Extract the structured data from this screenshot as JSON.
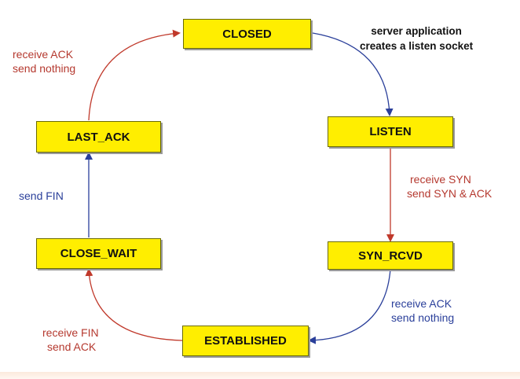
{
  "states": {
    "closed": "CLOSED",
    "listen": "LISTEN",
    "syn_rcvd": "SYN_RCVD",
    "established": "ESTABLISHED",
    "close_wait": "CLOSE_WAIT",
    "last_ack": "LAST_ACK"
  },
  "note": {
    "line1": "server application",
    "line2": "creates a listen socket"
  },
  "transitions": {
    "listen_to_syn_rcvd": {
      "line1": "receive SYN",
      "line2": "send SYN & ACK"
    },
    "syn_rcvd_to_established": {
      "line1": "receive  ACK",
      "line2": "send nothing"
    },
    "established_to_close_wait": {
      "line1": "receive FIN",
      "line2": "send ACK"
    },
    "close_wait_to_last_ack": {
      "line1": "send FIN"
    },
    "last_ack_to_closed": {
      "line1": "receive  ACK",
      "line2": "send nothing"
    }
  },
  "colors": {
    "state_fill": "#ffee00",
    "red_arrow": "#c0392b",
    "blue_arrow": "#2a3f9a"
  }
}
